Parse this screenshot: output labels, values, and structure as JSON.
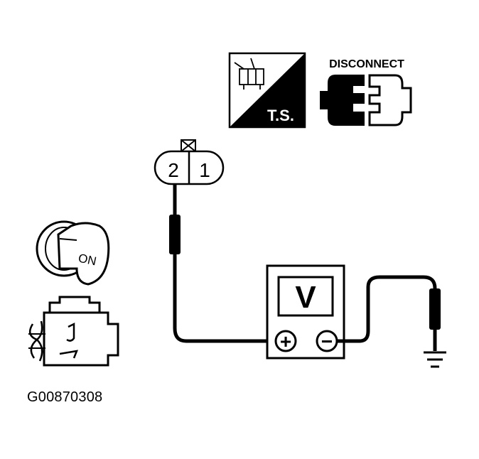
{
  "ts_icon": {
    "label": "T.S."
  },
  "disconnect_icon": {
    "label": "DISCONNECT"
  },
  "connector": {
    "terminal_left": "2",
    "terminal_right": "1"
  },
  "ignition": {
    "label": "ON"
  },
  "voltmeter": {
    "symbol": "V",
    "positive": "+",
    "negative": "−"
  },
  "figure_code": "G00870308",
  "colors": {
    "ink": "#000000",
    "paper": "#ffffff"
  }
}
